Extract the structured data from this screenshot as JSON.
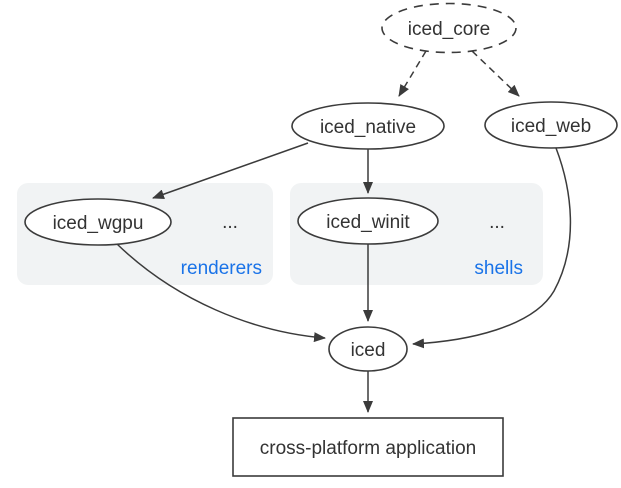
{
  "diagram": {
    "nodes": {
      "core": {
        "label": "iced_core",
        "shape": "ellipse",
        "style": "dashed"
      },
      "native": {
        "label": "iced_native",
        "shape": "ellipse",
        "style": "solid"
      },
      "web": {
        "label": "iced_web",
        "shape": "ellipse",
        "style": "solid"
      },
      "wgpu": {
        "label": "iced_wgpu",
        "shape": "ellipse",
        "style": "solid"
      },
      "winit": {
        "label": "iced_winit",
        "shape": "ellipse",
        "style": "solid"
      },
      "iced": {
        "label": "iced",
        "shape": "ellipse",
        "style": "solid"
      },
      "app": {
        "label": "cross-platform application",
        "shape": "rect",
        "style": "solid"
      }
    },
    "groups": {
      "renderers": {
        "label": "renderers",
        "more": "..."
      },
      "shells": {
        "label": "shells",
        "more": "..."
      }
    },
    "edges": [
      {
        "from": "iced_core",
        "to": "iced_native",
        "style": "dashed"
      },
      {
        "from": "iced_core",
        "to": "iced_web",
        "style": "dashed"
      },
      {
        "from": "iced_native",
        "to": "iced_wgpu",
        "style": "solid"
      },
      {
        "from": "iced_native",
        "to": "iced_winit",
        "style": "solid"
      },
      {
        "from": "iced_wgpu",
        "to": "iced",
        "style": "solid"
      },
      {
        "from": "iced_winit",
        "to": "iced",
        "style": "solid"
      },
      {
        "from": "iced_web",
        "to": "iced",
        "style": "solid"
      },
      {
        "from": "iced",
        "to": "cross-platform application",
        "style": "solid"
      }
    ],
    "colors": {
      "background": "#ffffff",
      "node_fill": "#ffffff",
      "stroke": "#3b3b3b",
      "text": "#333333",
      "group_fill": "#f1f3f4",
      "group_label_blue": "#1a73e8"
    }
  }
}
